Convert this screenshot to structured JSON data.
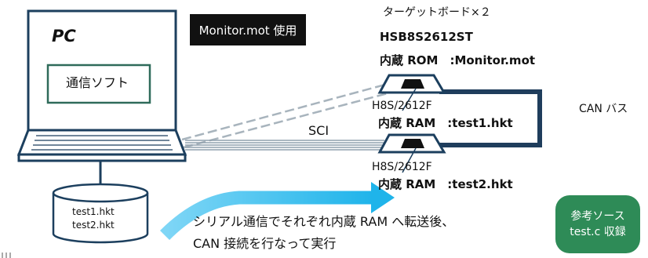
{
  "pc": {
    "label": "PC",
    "software": "通信ソフト"
  },
  "monitor_box": "Monitor.mot 使用",
  "target": {
    "heading": "ターゲットボード×２",
    "model": "HSB8S2612ST",
    "rom_line": "内蔵 ROM　:Monitor.mot",
    "board1": {
      "cpu": "H8S/2612F",
      "ram_line": "内蔵 RAM　:test1.hkt"
    },
    "board2": {
      "cpu": "H8S/2612F",
      "ram_line": "内蔵 RAM　:test2.hkt"
    }
  },
  "links": {
    "sci": "SCI",
    "can": "CAN バス"
  },
  "disk": {
    "files": [
      "test1.hkt",
      "test2.hkt"
    ]
  },
  "caption": {
    "line1": "シリアル通信でそれぞれ内蔵 RAM へ転送後、",
    "line2": "CAN 接続を行なって実行"
  },
  "reference": {
    "line1": "参考ソース",
    "line2": "test.c 収録"
  },
  "colors": {
    "pc_outline": "#1c3f5e",
    "can_bus": "#1f3d5c",
    "arrow": "#1fb4ea",
    "reference_bg": "#2e8b57",
    "monitor_bg": "#111111"
  }
}
